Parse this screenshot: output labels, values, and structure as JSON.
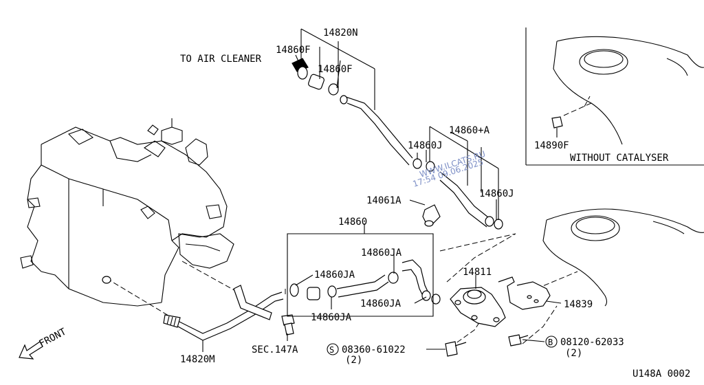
{
  "labels": {
    "to_air_cleaner": "TO AIR CLEANER",
    "p14820N": "14820N",
    "p14860F_a": "14860F",
    "p14860F_b": "14860F",
    "p14860plusA": "14860+A",
    "p14860J_a": "14860J",
    "p14860J_b": "14860J",
    "p14061A": "14061A",
    "p14860": "14860",
    "p14860JA_a": "14860JA",
    "p14860JA_b": "14860JA",
    "p14860JA_c": "14860JA",
    "p14860JA_d": "14860JA",
    "p14811": "14811",
    "p14839": "14839",
    "p14890F": "14890F",
    "without_catalyser": "WITHOUT CATALYSER",
    "sec147A": "SEC.147A",
    "p14820M": "14820M",
    "bolt_s_circle": "S",
    "bolt_s_part": "08360-61022",
    "bolt_s_qty": "(2)",
    "bolt_b_circle": "B",
    "bolt_b_part": "08120-62033",
    "bolt_b_qty": "(2)",
    "front": "FRONT",
    "diagram_code": "U148A 0002"
  },
  "watermark": {
    "line1": "WWW.ILCATS.RU",
    "line2": "17:54 09.06.2025"
  },
  "colors": {
    "ink": "#000000",
    "background": "#ffffff",
    "watermark": "#7d8fc6"
  }
}
